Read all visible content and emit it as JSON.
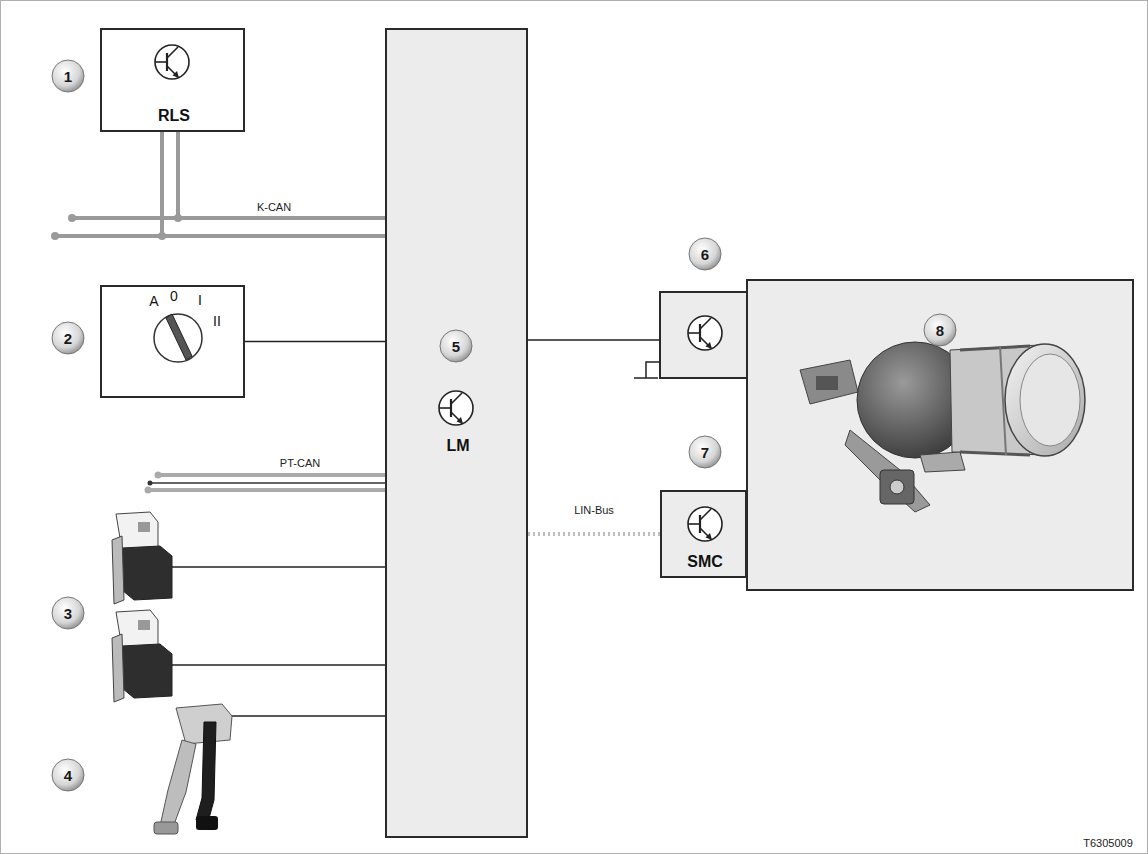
{
  "diagram": {
    "nodes": [
      {
        "text": [
          "RLS"
        ]
      },
      {
        "text": [
          "A",
          "0",
          "I",
          "II"
        ]
      },
      {
        "text": [
          "LM"
        ]
      },
      {
        "text": [
          "SMC"
        ]
      }
    ],
    "edges": [
      {
        "from": 0,
        "to": 2,
        "arrow": "none"
      },
      {
        "from": 1,
        "to": 2,
        "arrow": "none"
      },
      {
        "from": 2,
        "to": 3,
        "arrow": "none",
        "label": "LIN-Bus"
      }
    ],
    "labels": [
      "1",
      "K-CAN",
      "2",
      "PT-CAN",
      "3",
      "4",
      "5",
      "6",
      "7",
      "8",
      "T6305009"
    ]
  }
}
